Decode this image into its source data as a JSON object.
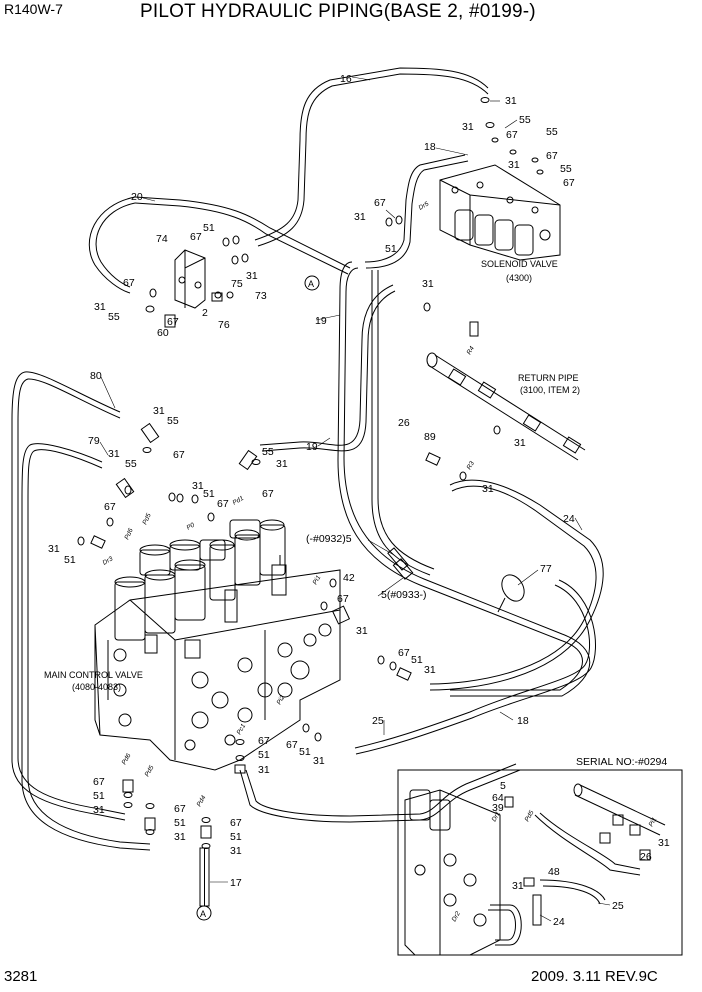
{
  "header": {
    "model": "R140W-7",
    "title": "PILOT HYDRAULIC PIPING(BASE 2, #0199-)"
  },
  "footer": {
    "page_number": "3281",
    "date_revision": "2009. 3.11  REV.9C"
  },
  "labels": {
    "solenoid_valve": "SOLENOID VALVE",
    "solenoid_valve_ref": "(4300)",
    "return_pipe": "RETURN PIPE",
    "return_pipe_ref": "(3100, ITEM 2)",
    "main_control_valve": "MAIN CONTROL VALVE",
    "main_control_valve_ref": "(4080-4083)",
    "serial_no": "SERIAL NO:-#0294",
    "serial_before": "(-#0932)5",
    "serial_after": "5(#0933-)",
    "connector": "A"
  },
  "port_labels": [
    "Pd5",
    "Pd6",
    "P0",
    "Pd1",
    "Dr3",
    "Pd6",
    "Pd5",
    "Pd4",
    "Pc1",
    "Pi2",
    "Pi1",
    "Dr5",
    "Dr1",
    "Dr2",
    "R4",
    "R3",
    "Pd5",
    "Pi1"
  ],
  "callouts": {
    "c16": "16",
    "c31a": "31",
    "c55a": "55",
    "c67a": "67",
    "c31b": "31",
    "c55b": "55",
    "c18a": "18",
    "c67b": "67",
    "c31c": "31",
    "c55c": "55",
    "c67c": "67",
    "c20": "20",
    "c74": "74",
    "c67d": "67",
    "c51a": "51",
    "c31d": "31",
    "c67e": "67",
    "c51b": "51",
    "c31e": "31",
    "c75": "75",
    "c73": "73",
    "c31f": "31",
    "c55d": "55",
    "c67f": "67",
    "c60": "60",
    "c2": "2",
    "c76": "76",
    "c31g": "31",
    "c19a": "19",
    "c80": "80",
    "c31h": "31",
    "c55e": "55",
    "c67g": "67",
    "c79": "79",
    "c31i": "31",
    "c55f": "55",
    "c55g": "55",
    "c31j": "31",
    "c67h": "67",
    "c19b": "19",
    "c26a": "26",
    "c89": "89",
    "c31k": "31",
    "c31l": "31",
    "c31m": "31",
    "c51c": "51",
    "c67i": "67",
    "c67j": "67",
    "c31n": "31",
    "c51d": "51",
    "c24a": "24",
    "c77": "77",
    "c42": "42",
    "c67k": "67",
    "c31o": "31",
    "c67l": "67",
    "c51e": "51",
    "c31p": "31",
    "c25a": "25",
    "c18b": "18",
    "c67m": "67",
    "c51f": "51",
    "c31q": "31",
    "c67n": "67",
    "c51g": "51",
    "c31r": "31",
    "c67o": "67",
    "c51h": "51",
    "c31s": "31",
    "c67p": "67",
    "c51i": "51",
    "c31t": "31",
    "c67q": "67",
    "c51j": "51",
    "c31u": "31",
    "c17": "17",
    "c5": "5",
    "c64": "64",
    "c39": "39",
    "c31v": "31",
    "c26b": "26",
    "c48": "48",
    "c31w": "31",
    "c25b": "25",
    "c24b": "24"
  }
}
